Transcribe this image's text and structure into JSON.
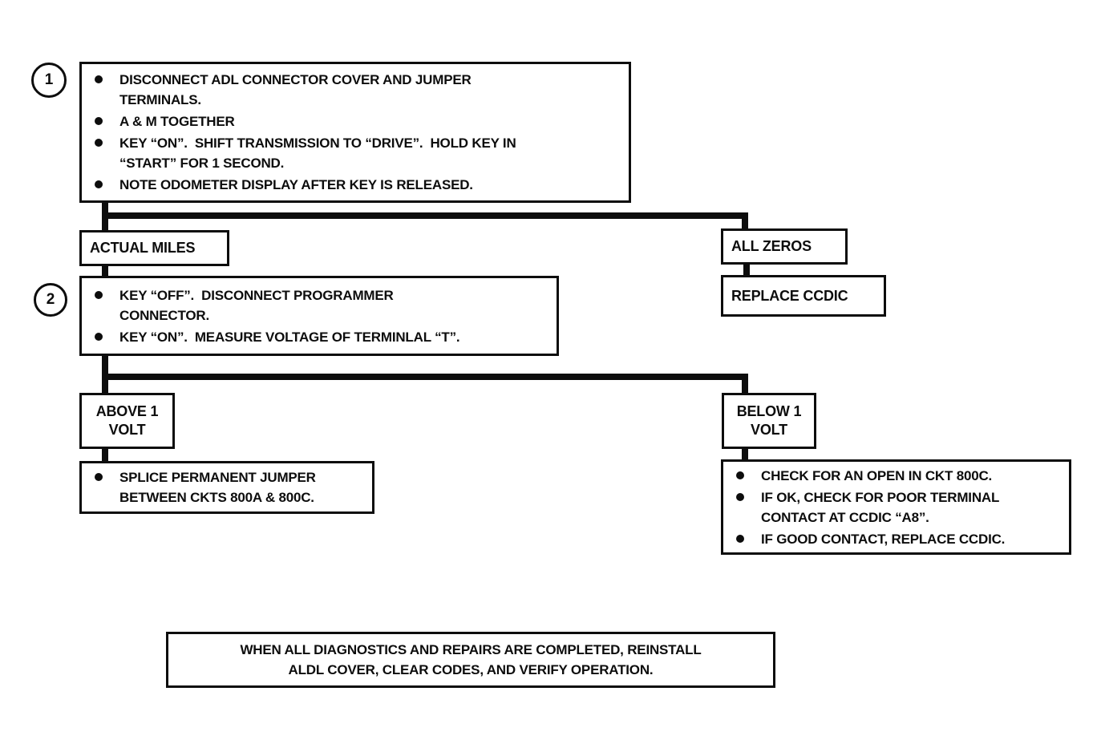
{
  "colors": {
    "ink": "#0d0d0d",
    "paper": "#ffffff"
  },
  "flowchart": {
    "step1": {
      "number": "1",
      "bullets": [
        "DISCONNECT ADL CONNECTOR COVER AND JUMPER\nTERMINALS.",
        "A & M TOGETHER",
        "KEY “ON”.  SHIFT TRANSMISSION TO “DRIVE”.  HOLD KEY IN\n“START” FOR 1 SECOND.",
        "NOTE ODOMETER DISPLAY AFTER KEY IS RELEASED."
      ]
    },
    "actual_miles": {
      "label": "ACTUAL MILES"
    },
    "all_zeros": {
      "label": "ALL ZEROS"
    },
    "replace_ccdic": {
      "label": "REPLACE CCDIC"
    },
    "step2": {
      "number": "2",
      "bullets": [
        "KEY “OFF”.  DISCONNECT PROGRAMMER\nCONNECTOR.",
        "KEY “ON”.  MEASURE VOLTAGE OF TERMINLAL “T”."
      ]
    },
    "above_1_volt": {
      "label": "ABOVE 1\nVOLT"
    },
    "below_1_volt": {
      "label": "BELOW 1\nVOLT"
    },
    "splice_jumper": {
      "bullets": [
        "SPLICE PERMANENT JUMPER\nBETWEEN CKTS 800A & 800C."
      ]
    },
    "check_ckt": {
      "bullets": [
        "CHECK FOR AN OPEN IN CKT 800C.",
        "IF OK, CHECK FOR POOR TERMINAL\nCONTACT AT CCDIC “A8”.",
        "IF GOOD CONTACT, REPLACE CCDIC."
      ]
    },
    "footer": {
      "label": "WHEN ALL DIAGNOSTICS AND REPAIRS ARE COMPLETED, REINSTALL\nALDL COVER, CLEAR CODES, AND VERIFY OPERATION."
    }
  }
}
